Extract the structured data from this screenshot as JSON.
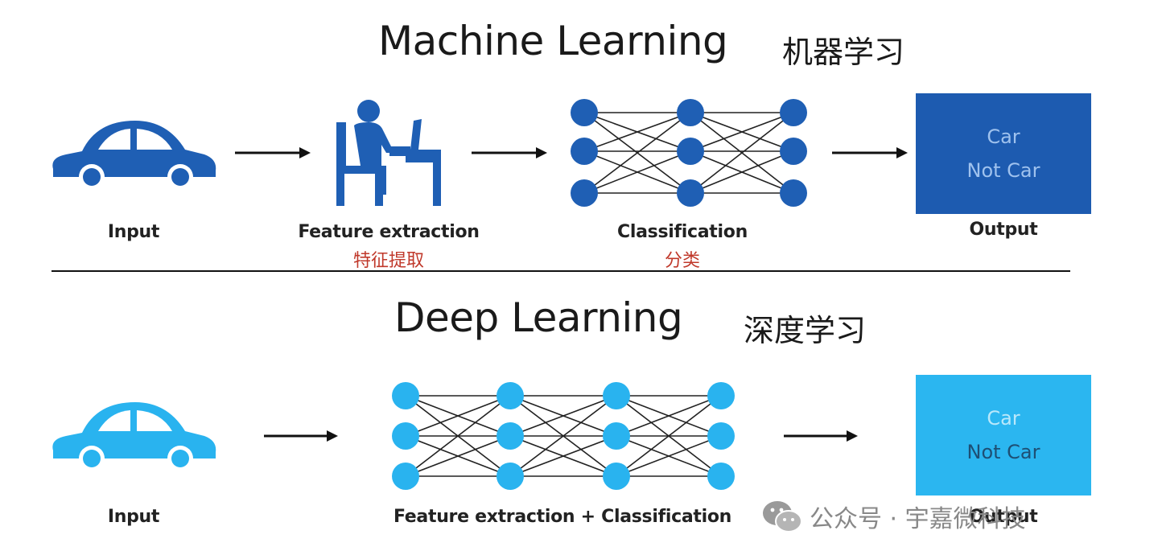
{
  "ml": {
    "title": "Machine Learning",
    "title_cn": "机器学习",
    "input_label": "Input",
    "feature_label": "Feature extraction",
    "feature_label_cn": "特征提取",
    "class_label": "Classification",
    "class_label_cn": "分类",
    "output_label": "Output",
    "output_line1": "Car",
    "output_line2": "Not Car"
  },
  "dl": {
    "title": "Deep Learning",
    "title_cn": "深度学习",
    "input_label": "Input",
    "combined_label": "Feature extraction + Classification",
    "output_label": "Output",
    "output_line1": "Car",
    "output_line2": "Not Car"
  },
  "watermark": {
    "text": "公众号 · 宇嘉微科技",
    "icon": "wechat-icon"
  },
  "colors": {
    "ml_blue": "#1f5fb4",
    "ml_box": "#1d5bb0",
    "dl_blue": "#29b3ef",
    "dl_box": "#2bb6f0",
    "accent_red": "#c0392b"
  }
}
